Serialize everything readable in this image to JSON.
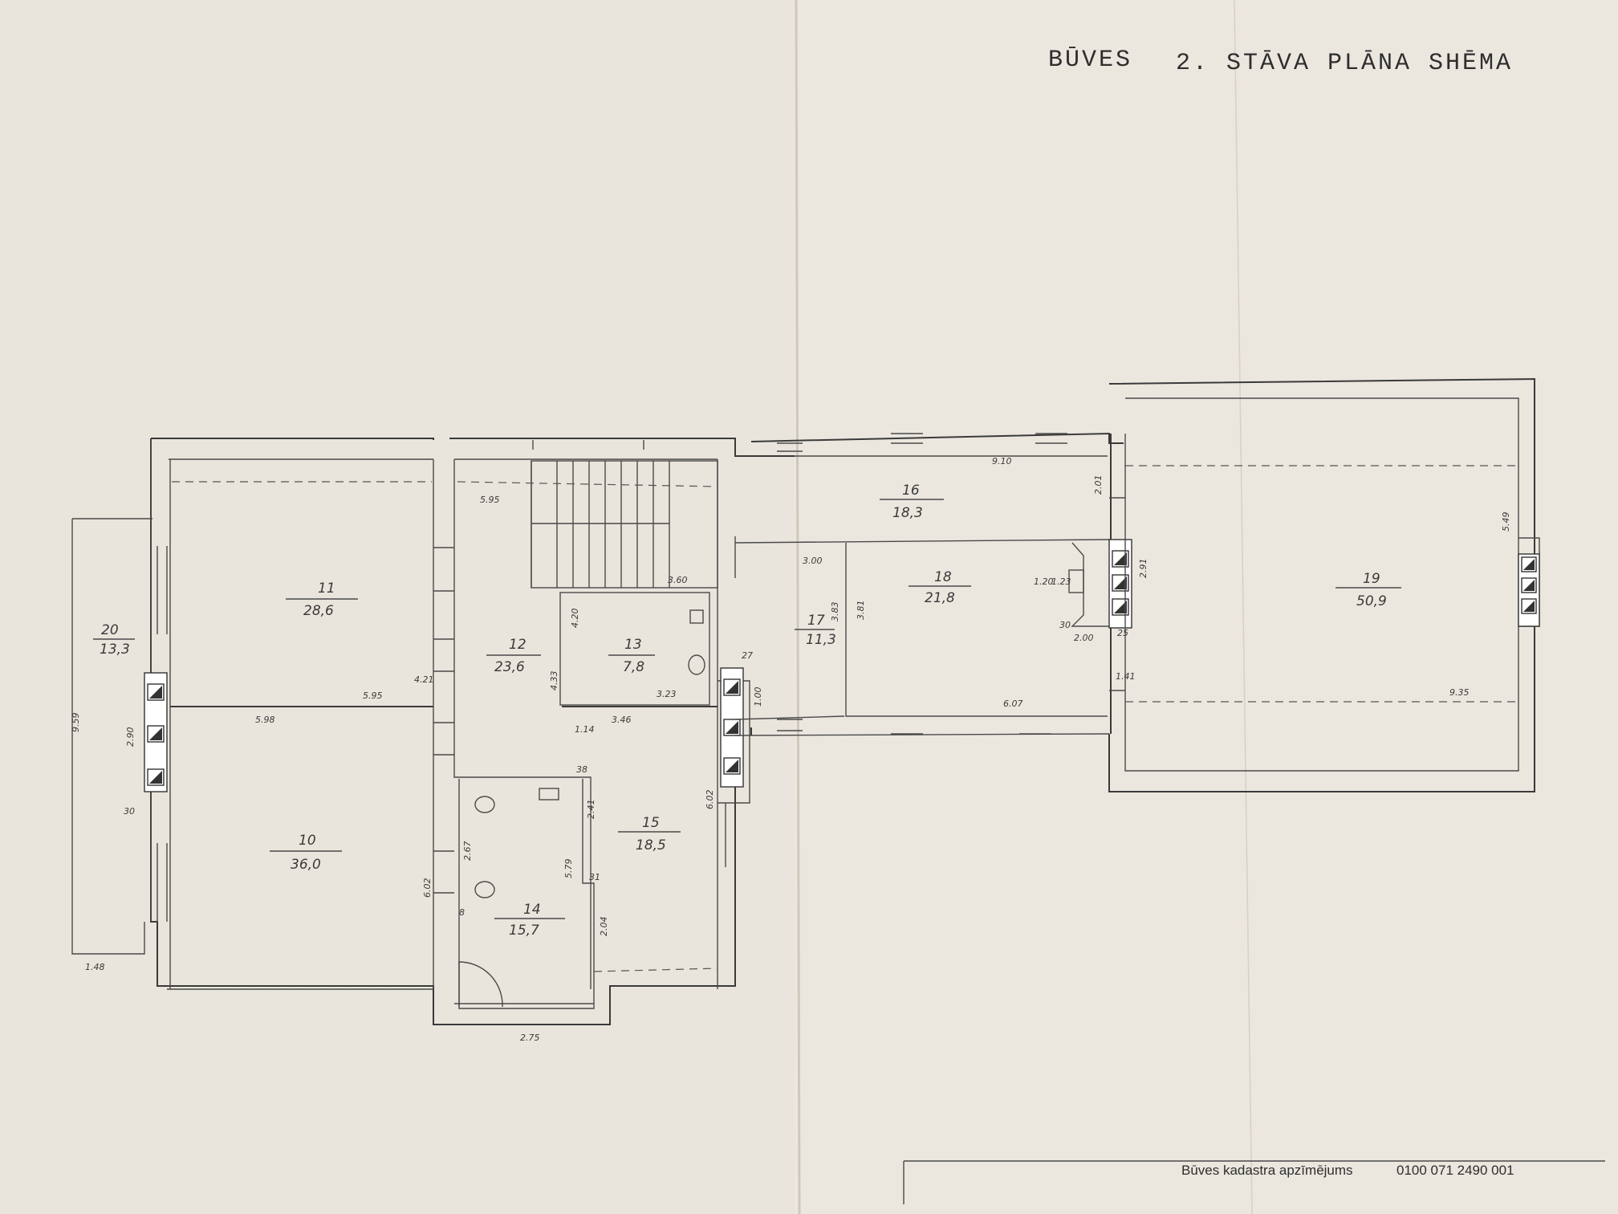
{
  "title": {
    "prefix": "BŪVES",
    "main": "2. STĀVA PLĀNA SHĒMA"
  },
  "cadastre": {
    "label": "Būves kadastra apzīmējums",
    "number": "0100 071  2490 001"
  },
  "rooms": [
    {
      "id": "room-11",
      "number": "11",
      "area": "28,6"
    },
    {
      "id": "room-10",
      "number": "10",
      "area": "36,0"
    },
    {
      "id": "room-20",
      "number": "20",
      "area": "13,3"
    },
    {
      "id": "room-12",
      "number": "12",
      "area": "23,6"
    },
    {
      "id": "room-13",
      "number": "13",
      "area": "7,8"
    },
    {
      "id": "room-14",
      "number": "14",
      "area": "15,7"
    },
    {
      "id": "room-15",
      "number": "15",
      "area": "18,5"
    },
    {
      "id": "room-16",
      "number": "16",
      "area": "18,3"
    },
    {
      "id": "room-17",
      "number": "17",
      "area": "11,3"
    },
    {
      "id": "room-18",
      "number": "18",
      "area": "21,8"
    },
    {
      "id": "room-19",
      "number": "19",
      "area": "50,9"
    }
  ],
  "dimensions": [
    "5.95",
    "5.95",
    "5.98",
    "4.21",
    "9.59",
    "2.90",
    "30",
    "1.48",
    "3.60",
    "4.33",
    "4.20",
    "3.23",
    "3.46",
    "1.14",
    "38",
    "6.02",
    "2.67",
    "5.79",
    "2.41",
    "2.04",
    "31",
    "8",
    "2.75",
    "27",
    "1.00",
    "6.02",
    "9.10",
    "2.01",
    "3.00",
    "3.83",
    "3.81",
    "6.07",
    "1.20",
    "1.23",
    "30",
    "2.00",
    "25",
    "1.41",
    "2.91",
    "5.49",
    "9.35"
  ]
}
